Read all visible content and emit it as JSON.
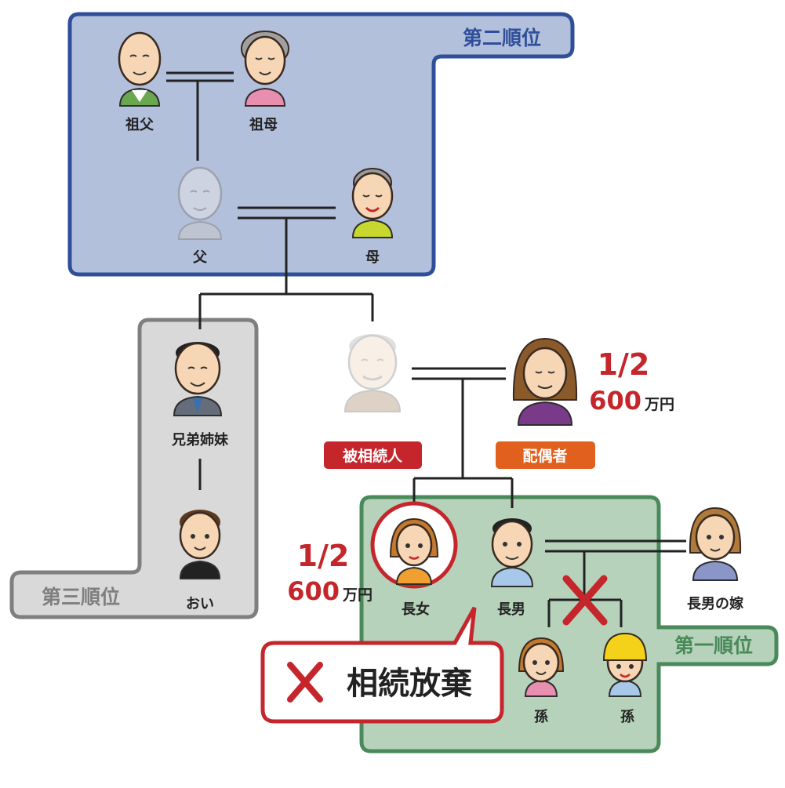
{
  "regions": {
    "second": "第二順位",
    "third": "第三順位",
    "first": "第一順位"
  },
  "people": {
    "grandfather": "祖父",
    "grandmother": "祖母",
    "father": "父",
    "mother": "母",
    "siblings": "兄弟姉妹",
    "nephew": "おい",
    "deceased": "被相続人",
    "spouse": "配偶者",
    "eldest_daughter": "長女",
    "eldest_son": "長男",
    "sons_wife": "長男の嫁",
    "grandchild_1": "孫",
    "grandchild_2": "孫"
  },
  "shares": {
    "spouse": {
      "fraction": "1/2",
      "amount": "600",
      "unit": "万円"
    },
    "eldest_daughter": {
      "fraction": "1/2",
      "amount": "600",
      "unit": "万円"
    }
  },
  "callout": {
    "text": "相続放棄"
  },
  "colors": {
    "second_fill": "#b3c0dc",
    "second_stroke": "#2f4f9a",
    "third_fill": "#d9d9d9",
    "third_stroke": "#7f7f7f",
    "first_fill": "#b6d2bb",
    "first_stroke": "#4a8a5a",
    "red": "#c4262b",
    "orange": "#e2601e"
  }
}
